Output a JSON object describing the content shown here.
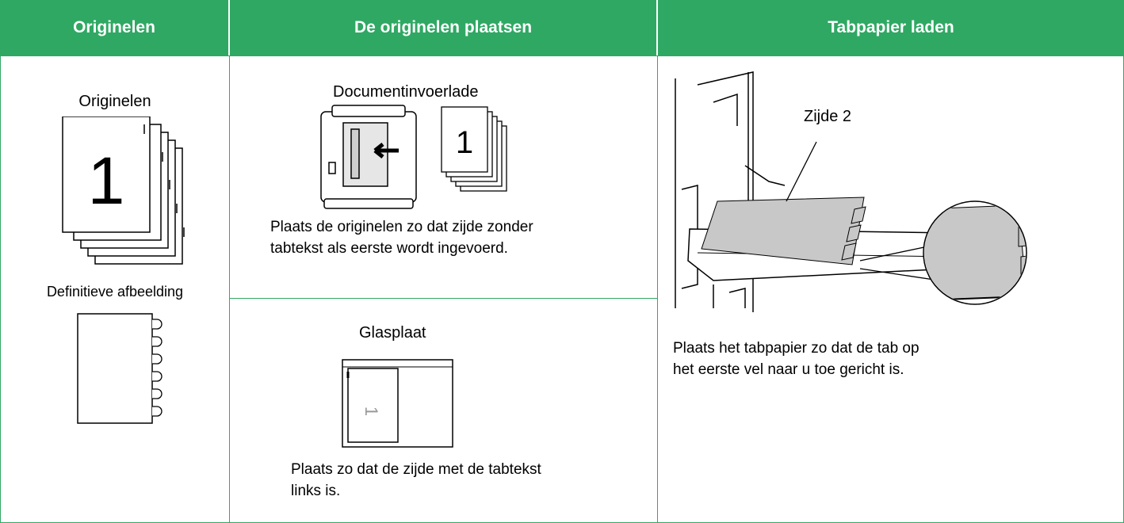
{
  "headers": {
    "col1": "Originelen",
    "col2": "De originelen plaatsen",
    "col3": "Tabpapier laden"
  },
  "col1": {
    "originals_label": "Originelen",
    "page_number": "1",
    "final_label": "Definitieve afbeelding"
  },
  "col2": {
    "feeder": {
      "title": "Documentinvoerlade",
      "page_number": "1",
      "instruction_line1": "Plaats de originelen zo dat zijde zonder",
      "instruction_line2": "tabtekst als eerste wordt ingevoerd."
    },
    "glass": {
      "title": "Glasplaat",
      "page_number": "1",
      "instruction_line1": "Plaats zo dat de zijde met de tabtekst",
      "instruction_line2": "links is."
    }
  },
  "col3": {
    "side_label": "Zijde 2",
    "instruction_line1": "Plaats het tabpapier zo dat de tab op",
    "instruction_line2": "het eerste vel naar u toe gericht is."
  },
  "colors": {
    "header_bg": "#2fa863",
    "border": "#2fa863",
    "paper_gray": "#c8c8c8"
  }
}
